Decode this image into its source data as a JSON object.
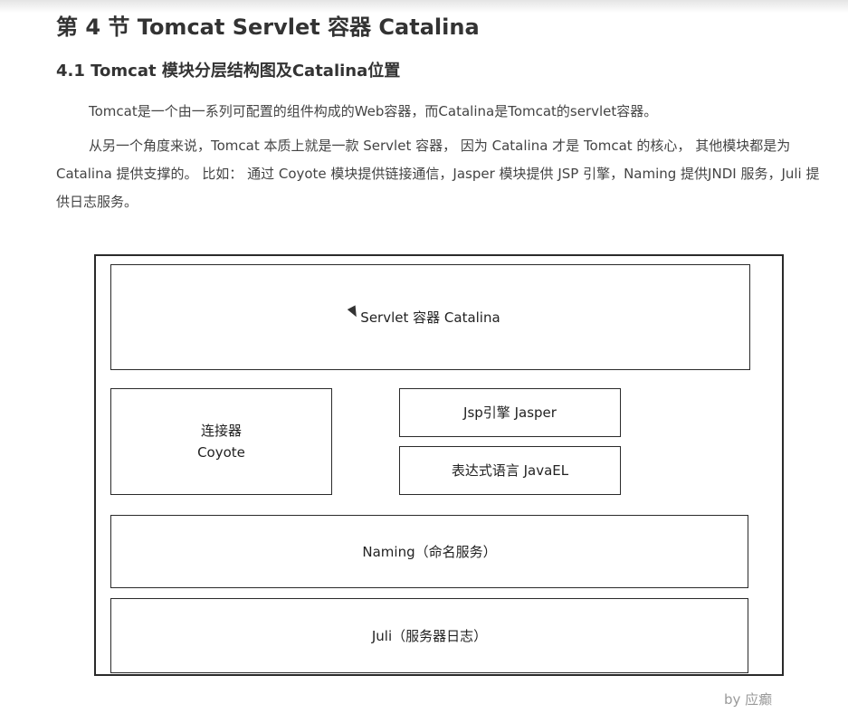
{
  "heading": "第 4 节 Tomcat Servlet 容器 Catalina",
  "subheading": "4.1 Tomcat 模块分层结构图及Catalina位置",
  "paragraphs": [
    "Tomcat是一个由一系列可配置的组件构成的Web容器，而Catalina是Tomcat的servlet容器。",
    "从另一个角度来说，Tomcat 本质上就是一款 Servlet 容器， 因为 Catalina 才是 Tomcat 的核心， 其他模块都是为Catalina 提供支撑的。 比如： 通过 Coyote 模块提供链接通信，Jasper 模块提供 JSP 引擎，Naming 提供JNDI 服务，Juli 提供日志服务。"
  ],
  "diagram": {
    "catalina": "Servlet 容器 Catalina",
    "connector": {
      "line1": "连接器",
      "line2": "Coyote"
    },
    "jasper": "Jsp引擎 Jasper",
    "javael": "表达式语言 JavaEL",
    "naming": "Naming（命名服务）",
    "juli": "Juli（服务器日志）"
  },
  "byline": "by 应癫"
}
